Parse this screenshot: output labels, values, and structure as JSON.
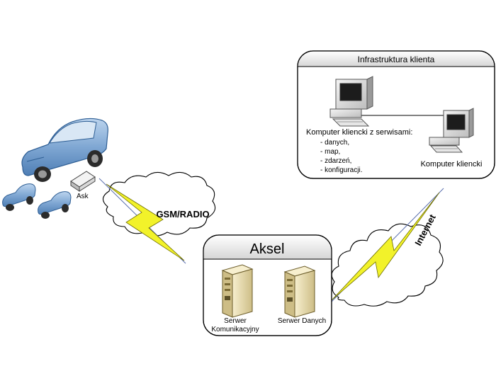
{
  "client_infra": {
    "title": "Infrastruktura klienta",
    "pc_main_caption": "Komputer kliencki z serwisami:",
    "services": [
      "- danych,",
      "- map,",
      "- zdarzeń,",
      "- konfiguracji."
    ],
    "pc_client_label": "Komputer kliencki"
  },
  "vehicles": {
    "device_label": "Ask"
  },
  "links": {
    "gsm_label": "GSM/RADIO",
    "internet_label": "Internet"
  },
  "aksel": {
    "title": "Aksel",
    "server_comm_label_1": "Serwer",
    "server_comm_label_2": "Komunikacyjny",
    "server_data_label": "Serwer Danych"
  },
  "colors": {
    "car_body": "#7fa7d3",
    "lightning": "#f2f22a",
    "server_body": "#e9dcae",
    "monitor_screen": "#1c1c1c",
    "outline": "#000000"
  }
}
